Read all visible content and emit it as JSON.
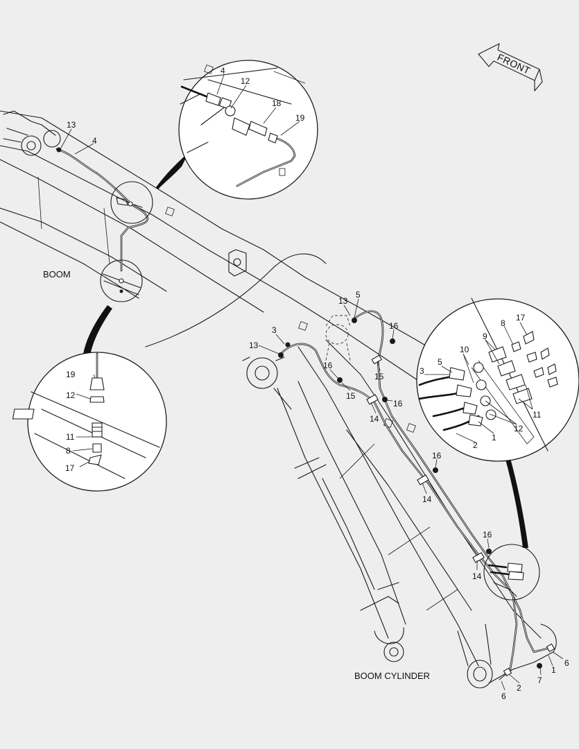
{
  "labels": {
    "front": "FRONT",
    "boom": "BOOM",
    "boom_cylinder": "BOOM CYLINDER"
  },
  "callouts": [
    {
      "id": "c1",
      "text": "4"
    },
    {
      "id": "c2",
      "text": "12"
    },
    {
      "id": "c3",
      "text": "18"
    },
    {
      "id": "c4",
      "text": "19"
    },
    {
      "id": "c5",
      "text": "13"
    },
    {
      "id": "c6",
      "text": "4"
    },
    {
      "id": "c7",
      "text": "19"
    },
    {
      "id": "c8",
      "text": "12"
    },
    {
      "id": "c9",
      "text": "11"
    },
    {
      "id": "c10",
      "text": "8"
    },
    {
      "id": "c11",
      "text": "17"
    },
    {
      "id": "c12",
      "text": "5"
    },
    {
      "id": "c13",
      "text": "13"
    },
    {
      "id": "c14",
      "text": "16"
    },
    {
      "id": "c15",
      "text": "3"
    },
    {
      "id": "c16",
      "text": "13"
    },
    {
      "id": "c17",
      "text": "16"
    },
    {
      "id": "c18",
      "text": "15"
    },
    {
      "id": "c19",
      "text": "15"
    },
    {
      "id": "c20",
      "text": "16"
    },
    {
      "id": "c21",
      "text": "14"
    },
    {
      "id": "c22",
      "text": "16"
    },
    {
      "id": "c23",
      "text": "14"
    },
    {
      "id": "c24",
      "text": "16"
    },
    {
      "id": "c25",
      "text": "14"
    },
    {
      "id": "c26",
      "text": "8"
    },
    {
      "id": "c27",
      "text": "17"
    },
    {
      "id": "c28",
      "text": "9"
    },
    {
      "id": "c29",
      "text": "10"
    },
    {
      "id": "c30",
      "text": "3"
    },
    {
      "id": "c31",
      "text": "5"
    },
    {
      "id": "c32",
      "text": "11"
    },
    {
      "id": "c33",
      "text": "12"
    },
    {
      "id": "c34",
      "text": "1"
    },
    {
      "id": "c35",
      "text": "2"
    },
    {
      "id": "c36",
      "text": "6"
    },
    {
      "id": "c37",
      "text": "1"
    },
    {
      "id": "c38",
      "text": "7"
    },
    {
      "id": "c39",
      "text": "2"
    },
    {
      "id": "c40",
      "text": "6"
    }
  ]
}
